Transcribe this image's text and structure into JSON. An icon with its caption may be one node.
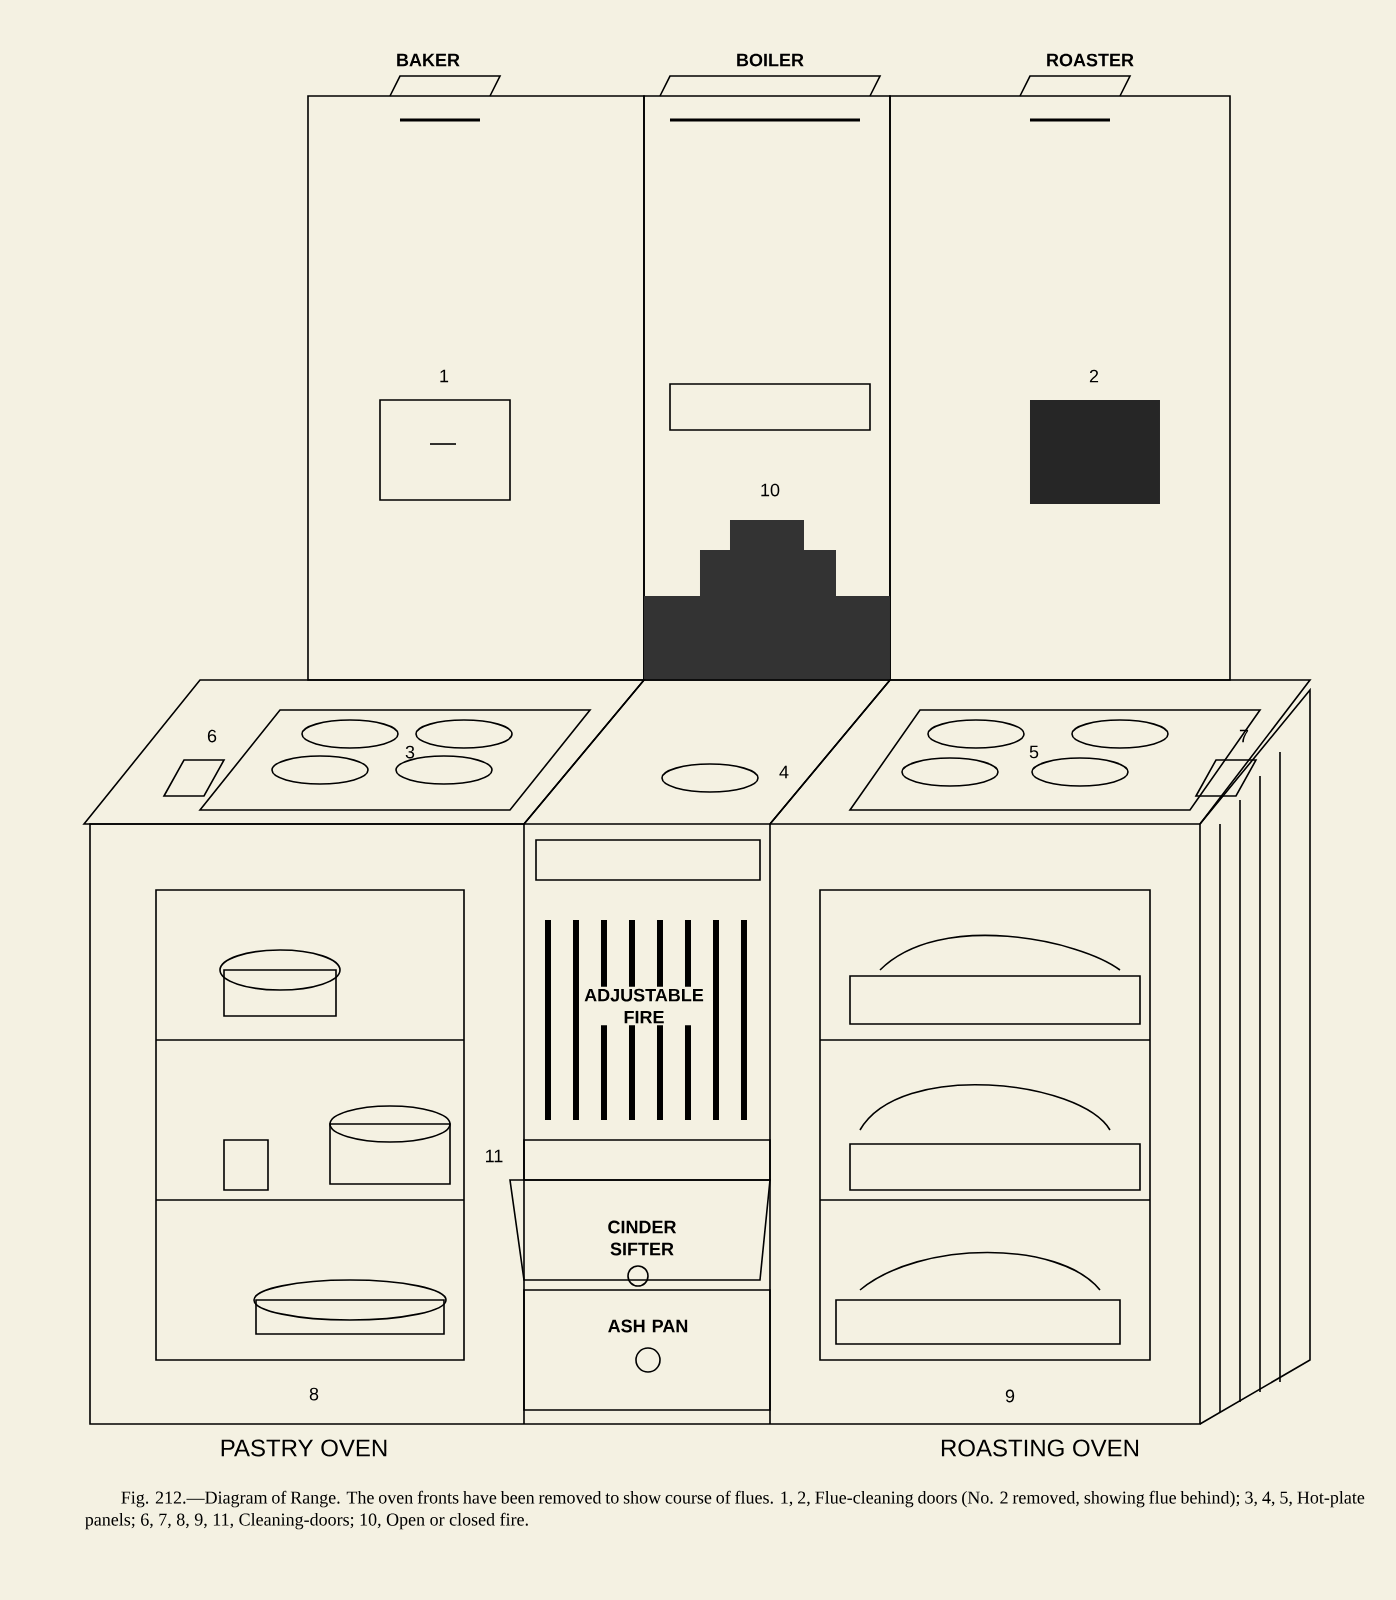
{
  "diagram": {
    "caption": "Fig. 212.—Diagram of Range. The oven fronts have been removed to show course of flues. 1, 2, Flue-cleaning doors (No. 2 removed, showing flue behind); 3, 4, 5, Hot-plate panels; 6, 7, 8, 9, 11, Cleaning-doors; 10, Open or closed fire.",
    "labels": [
      "BAKER",
      "BOILER",
      "ROASTER",
      "1",
      "2",
      "10",
      "6",
      "3",
      "4",
      "5",
      "7",
      "ADJUSTABLE FIRE",
      "11",
      "CINDER SIFTER",
      "ASH PAN",
      "8",
      "9",
      "PASTRY OVEN",
      "ROASTING OVEN"
    ]
  }
}
